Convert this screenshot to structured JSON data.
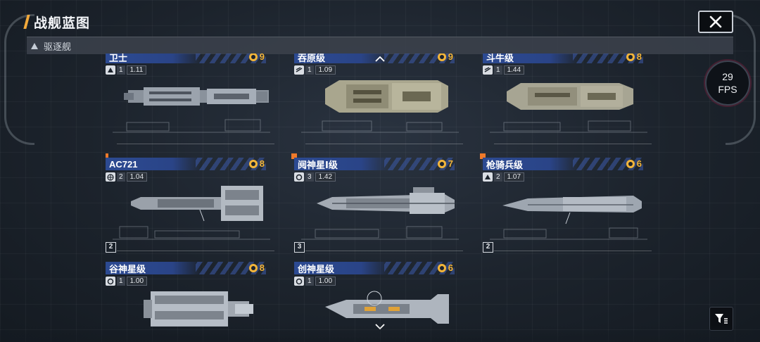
{
  "header": {
    "title": "战舰蓝图",
    "filter_label": "驱逐舰"
  },
  "fps": {
    "value": "29",
    "label": "FPS"
  },
  "colors": {
    "accent": "#f2a93b",
    "name_bar": "#2c4a92",
    "cost": "#f3b53a",
    "marker": "#f07a2a"
  },
  "icons": {
    "close": "close-icon",
    "filter": "filter-icon",
    "scroll_up": "chevron-up-icon",
    "scroll_down": "chevron-down-icon"
  },
  "cards": [
    {
      "name": "卫士",
      "cost": "9",
      "slot": "1",
      "value": "1.11",
      "count": "",
      "marker": false
    },
    {
      "name": "吞原级",
      "cost": "9",
      "slot": "1",
      "value": "1.09",
      "count": "",
      "marker": false
    },
    {
      "name": "斗牛级",
      "cost": "8",
      "slot": "1",
      "value": "1.44",
      "count": "",
      "marker": false
    },
    {
      "name": "AC721",
      "cost": "8",
      "slot": "2",
      "value": "1.04",
      "count": "2",
      "marker": true
    },
    {
      "name": "阋神星Ⅰ级",
      "cost": "7",
      "slot": "3",
      "value": "1.42",
      "count": "3",
      "marker": true
    },
    {
      "name": "枪骑兵级",
      "cost": "6",
      "slot": "2",
      "value": "1.07",
      "count": "2",
      "marker": true
    },
    {
      "name": "谷神星级",
      "cost": "8",
      "slot": "1",
      "value": "1.00",
      "count": "",
      "marker": false
    },
    {
      "name": "创神星级",
      "cost": "6",
      "slot": "1",
      "value": "1.00",
      "count": "",
      "marker": false
    }
  ]
}
